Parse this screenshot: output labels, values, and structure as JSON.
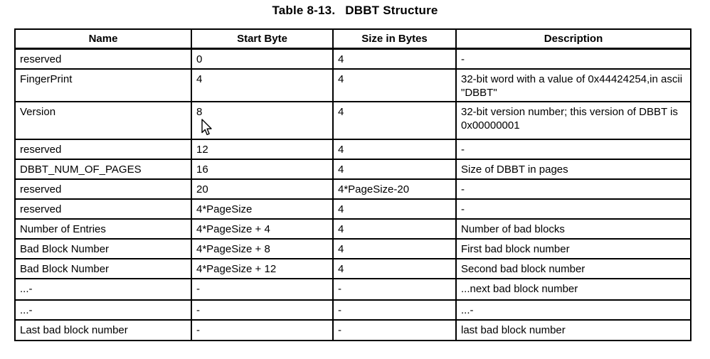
{
  "page": {
    "title_label": "Table 8-13.",
    "title_text": "DBBT Structure"
  },
  "table": {
    "columns": [
      "Name",
      "Start Byte",
      "Size in Bytes",
      "Description"
    ],
    "rows": [
      [
        "reserved",
        "0",
        "4",
        "-"
      ],
      [
        "FingerPrint",
        "4",
        "4",
        "32-bit word with a value of 0x44424254,in ascii \"DBBT\""
      ],
      [
        "Version",
        "8",
        "4",
        "32-bit version number; this version of DBBT is 0x00000001"
      ],
      [
        "reserved",
        "12",
        "4",
        "-"
      ],
      [
        "DBBT_NUM_OF_PAGES",
        "16",
        "4",
        "Size of DBBT in pages"
      ],
      [
        "reserved",
        "20",
        "4*PageSize-20",
        "-"
      ],
      [
        "reserved",
        "4*PageSize",
        "4",
        "-"
      ],
      [
        "Number of Entries",
        "4*PageSize + 4",
        "4",
        "Number of bad blocks"
      ],
      [
        "Bad Block Number",
        "4*PageSize + 8",
        "4",
        "First bad block number"
      ],
      [
        "Bad Block Number",
        "4*PageSize + 12",
        "4",
        "Second bad block number"
      ],
      [
        "...-",
        "-",
        "-",
        "...next bad block number"
      ],
      [
        "...-",
        "-",
        "-",
        "...-"
      ],
      [
        "Last bad block number",
        "-",
        "-",
        "last bad block number"
      ]
    ]
  },
  "colors": {
    "border": "#000000",
    "text": "#000000",
    "background": "#ffffff"
  },
  "icons": {
    "mouse_pointer": "arrow-cursor"
  }
}
